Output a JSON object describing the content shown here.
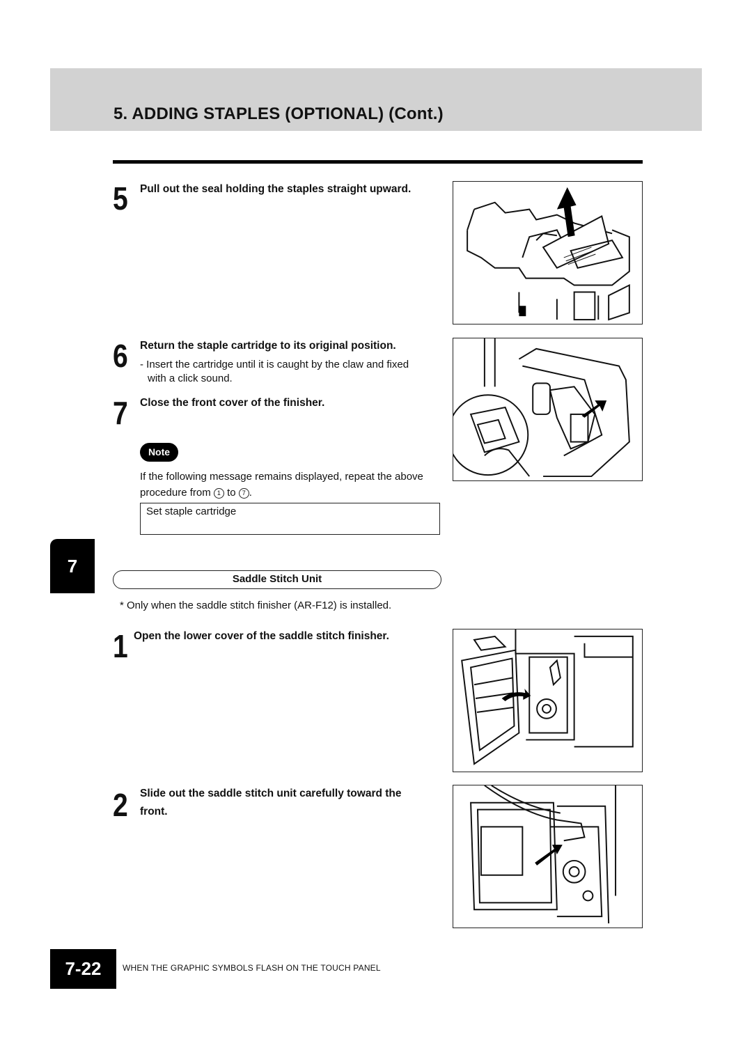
{
  "header": {
    "title": "5. ADDING STAPLES (OPTIONAL) (Cont.)"
  },
  "steps": [
    {
      "num": "5",
      "title": "Pull out the seal holding the staples straight upward."
    },
    {
      "num": "6",
      "title": "Return the staple cartridge to its original position.",
      "detail_line1": "- Insert the cartridge until it is caught by the claw and fixed",
      "detail_line2": "with a click sound."
    },
    {
      "num": "7",
      "title": "Close the front cover of the finisher."
    }
  ],
  "note": {
    "badge": "Note",
    "line1": "If the following message remains displayed, repeat the above",
    "line2_prefix": "procedure from",
    "from_marker": "1",
    "to_word": "to",
    "to_marker": "7",
    "line2_suffix": ".",
    "message": "Set staple cartridge"
  },
  "chapter_tab": "7",
  "saddle": {
    "heading": "Saddle Stitch Unit",
    "footnote": "* Only when the saddle stitch finisher (AR-F12) is installed.",
    "steps": [
      {
        "num": "1",
        "title": "Open the lower cover of the saddle stitch finisher."
      },
      {
        "num": "2",
        "title_line1": "Slide out the saddle stitch unit carefully toward the",
        "title_line2": "front."
      }
    ]
  },
  "footer": {
    "page": "7-22",
    "section": "WHEN THE GRAPHIC SYMBOLS FLASH ON THE TOUCH PANEL"
  }
}
